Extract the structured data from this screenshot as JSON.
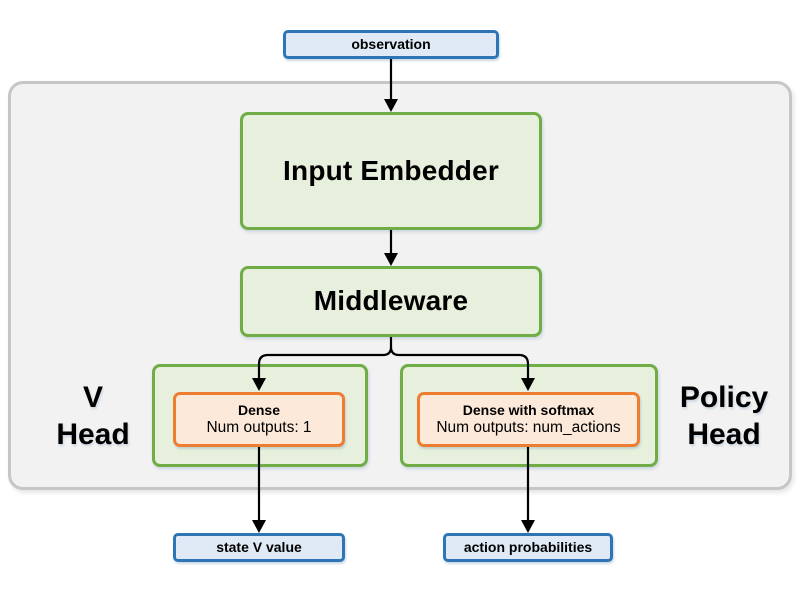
{
  "nodes": {
    "observation": {
      "label": "observation"
    },
    "input_embedder": {
      "label": "Input Embedder"
    },
    "middleware": {
      "label": "Middleware"
    },
    "v_head": {
      "label_line1": "V",
      "label_line2": "Head"
    },
    "v_dense": {
      "title": "Dense",
      "subtitle": "Num outputs: 1"
    },
    "policy_head": {
      "label_line1": "Policy",
      "label_line2": "Head"
    },
    "policy_dense": {
      "title": "Dense with softmax",
      "subtitle": "Num outputs: num_actions"
    },
    "state_v_value": {
      "label": "state V value"
    },
    "action_probabilities": {
      "label": "action probabilities"
    }
  },
  "colors": {
    "io_box_fill": "#dfeaf6",
    "io_box_border": "#2e75b6",
    "block_fill": "#e7f0dd",
    "block_border": "#70ad47",
    "dense_fill": "#fce9da",
    "dense_border": "#ed7d31",
    "container_fill": "#f2f2f2",
    "container_border": "#c6c6c6",
    "arrow": "#000000",
    "background": "#ffffff"
  }
}
